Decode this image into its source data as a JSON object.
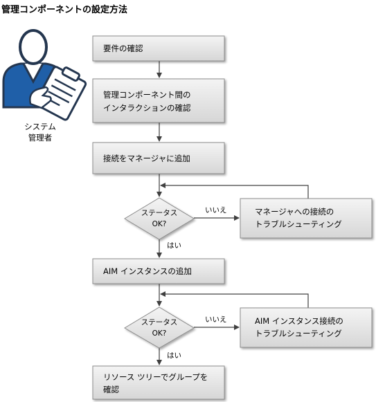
{
  "page": {
    "title": "管理コンポーネントの設定方法"
  },
  "actor": {
    "role_line1": "システム",
    "role_line2": "管理者",
    "icon": "system-administrator-clipboard-icon"
  },
  "colors": {
    "box_fill_top": "#f2f2f2",
    "box_fill_bottom": "#d9d9d9",
    "box_stroke": "#8c8c8c",
    "arrow": "#404040",
    "icon_blue": "#1f5fa8",
    "icon_dark": "#24364f"
  },
  "flow": {
    "step1": "要件の確認",
    "step2_line1": "管理コンポーネント間の",
    "step2_line2": "インタラクションの確認",
    "step3": "接続をマネージャに追加",
    "decision1_line1": "ステータス",
    "decision1_line2": "OK?",
    "decision1_no": "いいえ",
    "decision1_yes": "はい",
    "trouble1_line1": "マネージャへの接続の",
    "trouble1_line2": "トラブルシューティング",
    "step4": "AIM インスタンスの追加",
    "decision2_line1": "ステータス",
    "decision2_line2": "OK?",
    "decision2_no": "いいえ",
    "decision2_yes": "はい",
    "trouble2_line1": "AIM インスタンス接続の",
    "trouble2_line2": "トラブルシューティング",
    "step5_line1": "リソース ツリーでグループを",
    "step5_line2": "確認"
  }
}
